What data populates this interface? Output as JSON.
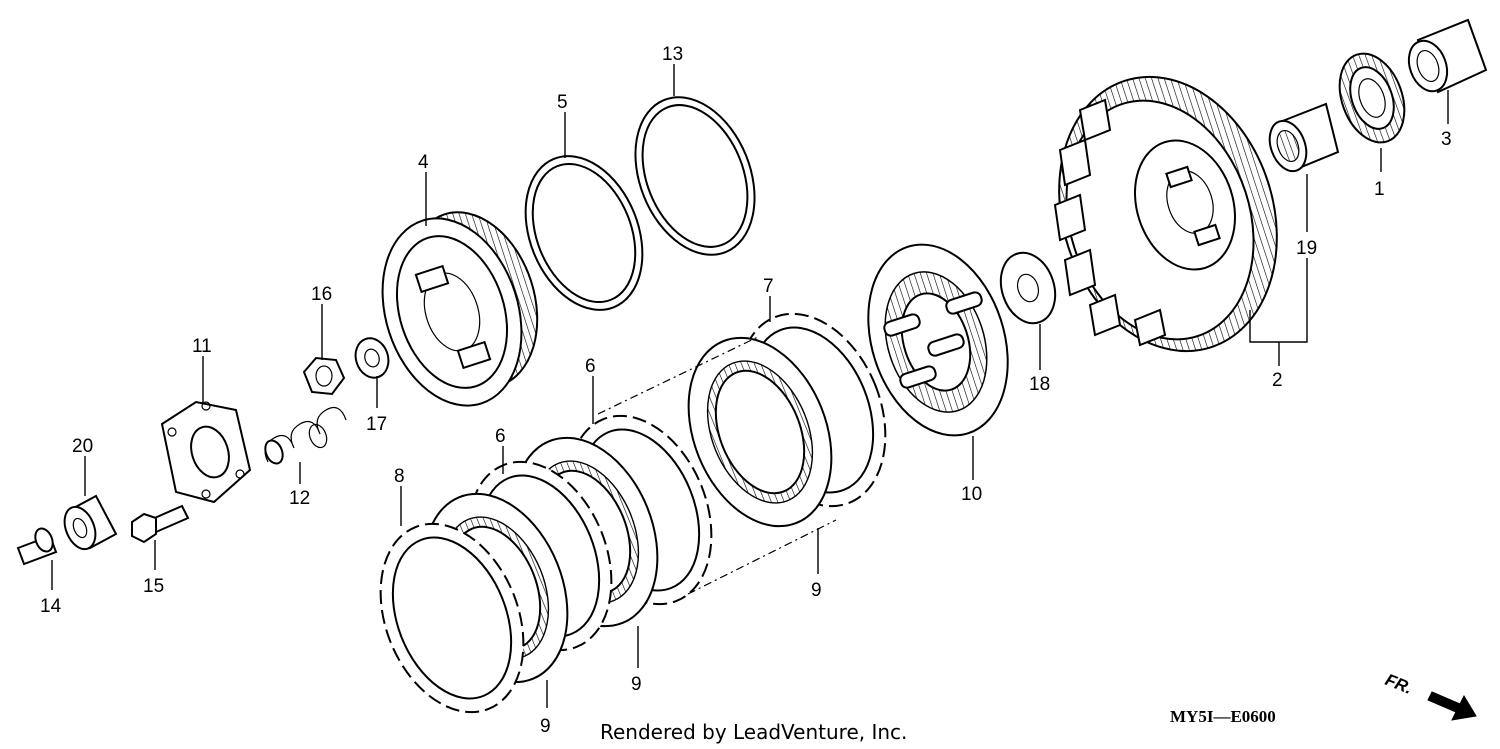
{
  "callouts": {
    "c1": "1",
    "c2": "2",
    "c3": "3",
    "c4": "4",
    "c5": "5",
    "c6a": "6",
    "c6b": "6",
    "c7": "7",
    "c8": "8",
    "c9a": "9",
    "c9b": "9",
    "c9c": "9",
    "c10": "10",
    "c11": "11",
    "c12": "12",
    "c13": "13",
    "c14": "14",
    "c15": "15",
    "c16": "16",
    "c17": "17",
    "c18": "18",
    "c19": "19",
    "c20": "20"
  },
  "footer": {
    "credit": "Rendered by LeadVenture, Inc.",
    "diagram_code": "MY5I—E0600",
    "direction_label": "FR."
  }
}
